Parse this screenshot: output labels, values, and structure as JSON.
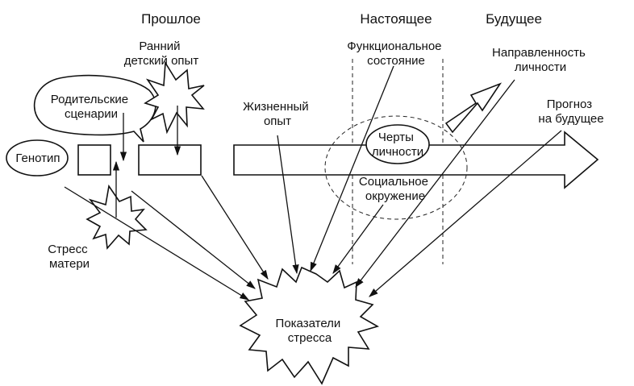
{
  "timeline": {
    "past": "Прошлое",
    "present": "Настоящее",
    "future": "Будущее"
  },
  "labels": {
    "genotype": "Генотип",
    "parental_scenarios": [
      "Родительские",
      "сценарии"
    ],
    "early_childhood": [
      "Ранний",
      "детский опыт"
    ],
    "life_experience": [
      "Жизненный",
      "опыт"
    ],
    "functional_state": [
      "Функциональное",
      "состояние"
    ],
    "personality_direction": [
      "Направленность",
      "личности"
    ],
    "future_forecast": [
      "Прогноз",
      "на будущее"
    ],
    "personality_traits": [
      "Черты",
      "личности"
    ],
    "social_environment": [
      "Социальное",
      "окружение"
    ],
    "mother_stress": [
      "Стресс",
      "матери"
    ],
    "stress_indicators": [
      "Показатели",
      "стресса"
    ]
  }
}
